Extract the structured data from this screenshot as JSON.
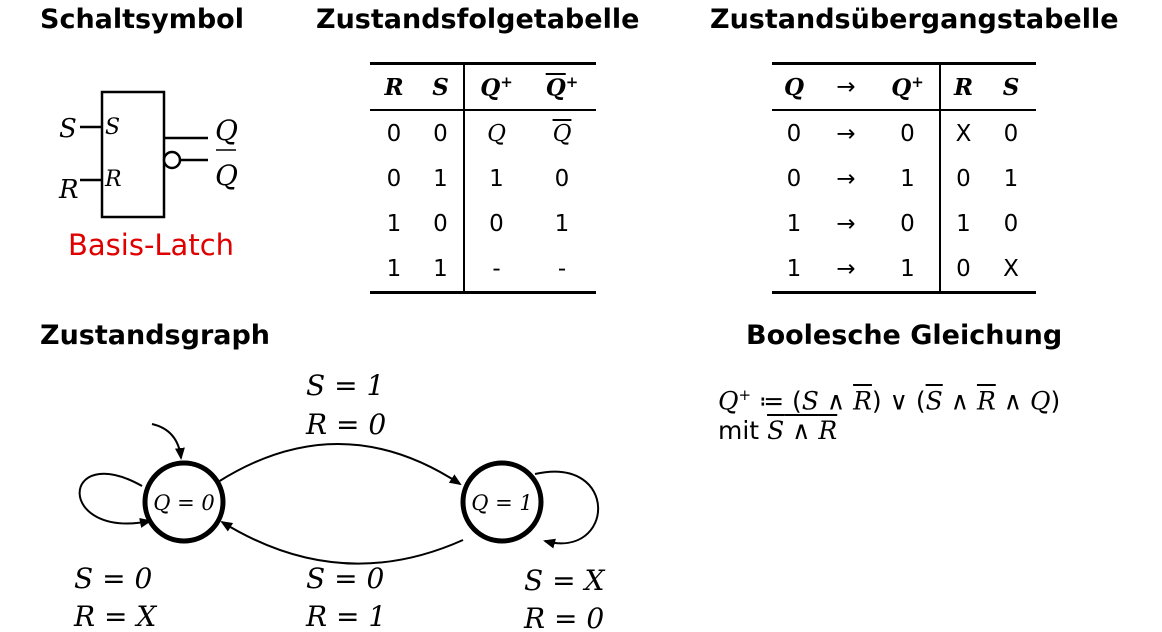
{
  "headings": {
    "schaltsymbol": "Schaltsymbol",
    "zustandsfolge": "Zustandsfolgetabelle",
    "zustandsuebergang": "Zustandsübergangstabelle",
    "zustandsgraph": "Zustandsgraph",
    "boolesche": "Boolesche Gleichung"
  },
  "symbol": {
    "input_s": "S",
    "input_r": "R",
    "pin_s": "S",
    "pin_r": "R",
    "output_q": "Q",
    "output_qbar": "Q",
    "caption": "Basis-Latch",
    "caption_color": "#e00000"
  },
  "folge_table": {
    "headers": [
      "R",
      "S",
      "Q",
      "Q"
    ],
    "header_sup": "+",
    "rows": [
      [
        "0",
        "0",
        "Q",
        "Q"
      ],
      [
        "0",
        "1",
        "1",
        "0"
      ],
      [
        "1",
        "0",
        "0",
        "1"
      ],
      [
        "1",
        "1",
        "-",
        "-"
      ]
    ]
  },
  "uebergang_table": {
    "headers": [
      "Q",
      "→",
      "Q",
      "R",
      "S"
    ],
    "header_sup": "+",
    "rows": [
      [
        "0",
        "→",
        "0",
        "X",
        "0"
      ],
      [
        "0",
        "→",
        "1",
        "0",
        "1"
      ],
      [
        "1",
        "→",
        "0",
        "1",
        "0"
      ],
      [
        "1",
        "→",
        "1",
        "0",
        "X"
      ]
    ]
  },
  "graph": {
    "state0": "Q = 0",
    "state1": "Q = 1",
    "top_s": "S = 1",
    "top_r": "R = 0",
    "bottom_s": "S = 0",
    "bottom_r": "R = 1",
    "left_s": "S = 0",
    "left_r": "R = X",
    "right_s": "S = X",
    "right_r": "R = 0"
  },
  "equation": {
    "lhs": "Q",
    "sup": "+",
    "assign": " ≔ (",
    "s1": "S",
    "and1": " ∧ ",
    "r1": "R",
    "mid": ") ∨ (",
    "s2": "S",
    "and2": " ∧ ",
    "r2": "R",
    "and3": " ∧ ",
    "q": "Q",
    "close": ")",
    "mit": "mit ",
    "c_s": "S",
    "c_and": " ∧ ",
    "c_r": "R"
  }
}
